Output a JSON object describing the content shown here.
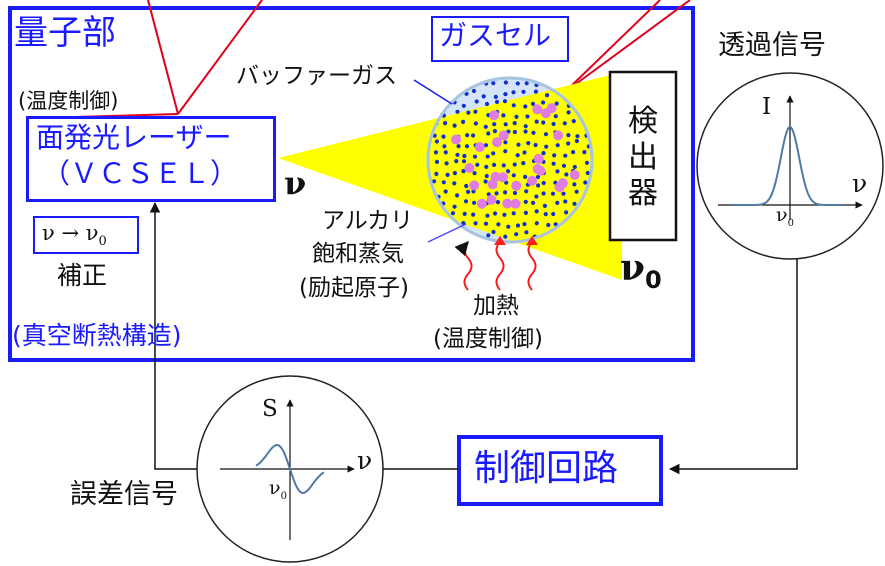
{
  "colors": {
    "accent_blue": "#1a1aff",
    "beam_yellow": "#ffff00",
    "cell_fill": "#d5e5f8",
    "cell_edge": "#a9c4e2",
    "dot_blue": "#0f2fd0",
    "dot_pink": "#e07de5",
    "heat_red": "#ff1e1e",
    "pointer_red": "#e0001b",
    "curve": "#4f7aa6"
  },
  "quantum": {
    "title": "量子部",
    "temp_control_label": "(温度制御)",
    "laser_line1": "面発光レーザー",
    "laser_line2": "（ＶＣＳＥＬ）",
    "laser_freq_symbol": "ν",
    "correction_base": "ν → ν",
    "correction_sub": "0",
    "correction_label": "補正",
    "vacuum_label": "(真空断熱構造)",
    "gas_cell_label": "ガスセル",
    "buffer_gas_label": "バッファーガス",
    "alkali_line1": "アルカリ",
    "alkali_line2": "飽和蒸気",
    "alkali_line3": "(励起原子)",
    "heat_label": "加熱",
    "heat_control_label": "(温度制御)",
    "detector_label": "検出器",
    "detector_freq_base": "ν",
    "detector_freq_sub": "0"
  },
  "transmission": {
    "title": "透過信号",
    "y_axis": "I",
    "x_axis": "ν",
    "center_base": "ν",
    "center_sub": "0"
  },
  "error": {
    "title": "誤差信号",
    "y_axis": "S",
    "x_axis": "ν",
    "center_base": "ν",
    "center_sub": "0"
  },
  "control": {
    "label": "制御回路"
  }
}
